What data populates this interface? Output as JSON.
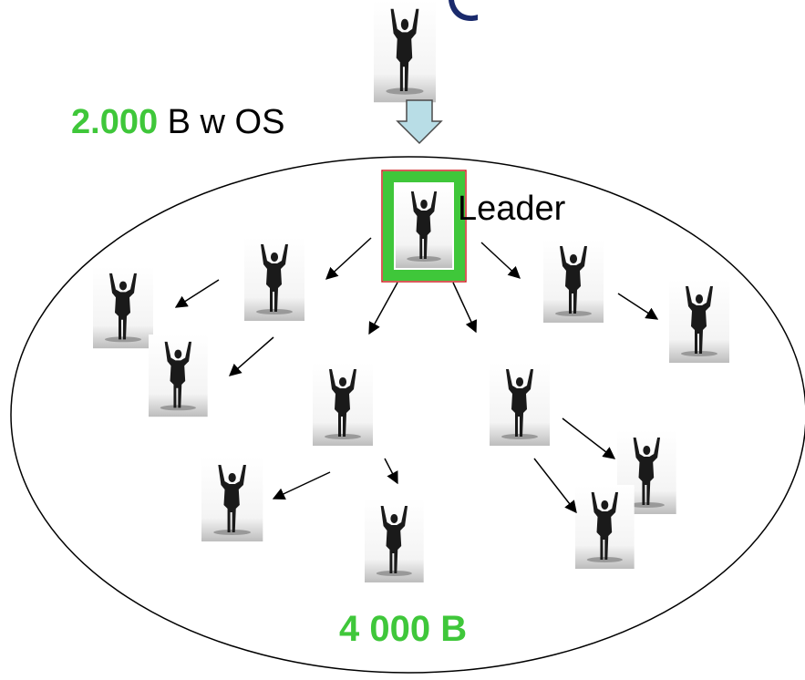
{
  "top_label": {
    "number": "2.000",
    "text": " B w OS"
  },
  "leader_label": "Leader",
  "bottom_label": "4 000 B",
  "colors": {
    "accent_green": "#3fc73a",
    "leader_frame": "#3fc73a",
    "leader_border": "#cc2222",
    "down_arrow_fill": "#b8dde6",
    "title_fragment": "#1a2a6c"
  },
  "icons": {
    "person": "person-arms-raised-icon",
    "down_arrow": "hollow-down-arrow-icon"
  }
}
